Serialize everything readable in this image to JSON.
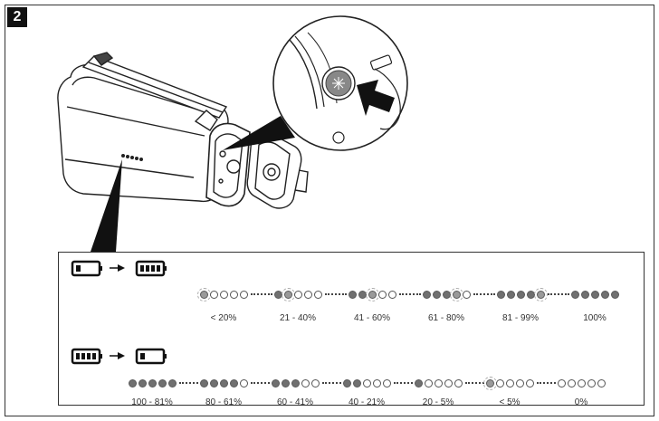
{
  "step_number": "2",
  "charging": {
    "labels": [
      "< 20%",
      "21 - 40%",
      "41 - 60%",
      "61 - 80%",
      "81 - 99%",
      "100%"
    ],
    "groups": [
      [
        "blink",
        "off",
        "off",
        "off",
        "off"
      ],
      [
        "on",
        "blink",
        "off",
        "off",
        "off"
      ],
      [
        "on",
        "on",
        "blink",
        "off",
        "off"
      ],
      [
        "on",
        "on",
        "on",
        "blink",
        "off"
      ],
      [
        "on",
        "on",
        "on",
        "on",
        "blink"
      ],
      [
        "on",
        "on",
        "on",
        "on",
        "on"
      ]
    ]
  },
  "discharging": {
    "labels": [
      "100 - 81%",
      "80 - 61%",
      "60 - 41%",
      "40 - 21%",
      "20 - 5%",
      "< 5%",
      "0%"
    ],
    "groups": [
      [
        "on",
        "on",
        "on",
        "on",
        "on"
      ],
      [
        "on",
        "on",
        "on",
        "on",
        "off"
      ],
      [
        "on",
        "on",
        "on",
        "off",
        "off"
      ],
      [
        "on",
        "on",
        "off",
        "off",
        "off"
      ],
      [
        "on",
        "off",
        "off",
        "off",
        "off"
      ],
      [
        "blink",
        "off",
        "off",
        "off",
        "off"
      ],
      [
        "off",
        "off",
        "off",
        "off",
        "off"
      ]
    ]
  },
  "colors": {
    "led_on": "#707070",
    "led_off": "#ffffff",
    "line": "#222222"
  },
  "icons": [
    "battery-low-icon",
    "arrow-right-icon",
    "battery-full-icon",
    "press-arrow-icon",
    "power-button-icon"
  ]
}
